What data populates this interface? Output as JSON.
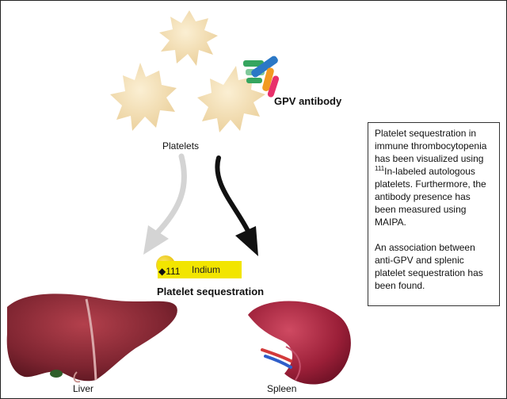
{
  "labels": {
    "gpv_antibody": "GPV antibody",
    "platelets": "Platelets",
    "platelet_sequestration": "Platelet sequestration",
    "liver": "Liver",
    "spleen": "Spleen",
    "indium": "Indium",
    "isotope": "111"
  },
  "info_box": {
    "para1_pre": "Platelet sequestration in immune thrombocytopenia has been visualized using ",
    "para1_sup": "111",
    "para1_post": "In-labeled autologous platelets. Furthermore, the antibody presence has been measured using MAIPA.",
    "para2": "An association between anti-GPV and splenic platelet sequestration has been found."
  },
  "colors": {
    "platelet": "#f3dfb3",
    "indium_bar": "#f2e500",
    "indium_blob": "#f3d31a",
    "liver": "#8a2a35",
    "spleen": "#a3243c",
    "arrow_liver": "#d4d4d4",
    "arrow_spleen": "#111111",
    "antibody_blue": "#2b78c6",
    "antibody_green": "#35a55f",
    "antibody_orange": "#f29a22",
    "antibody_pink": "#e8306a"
  }
}
